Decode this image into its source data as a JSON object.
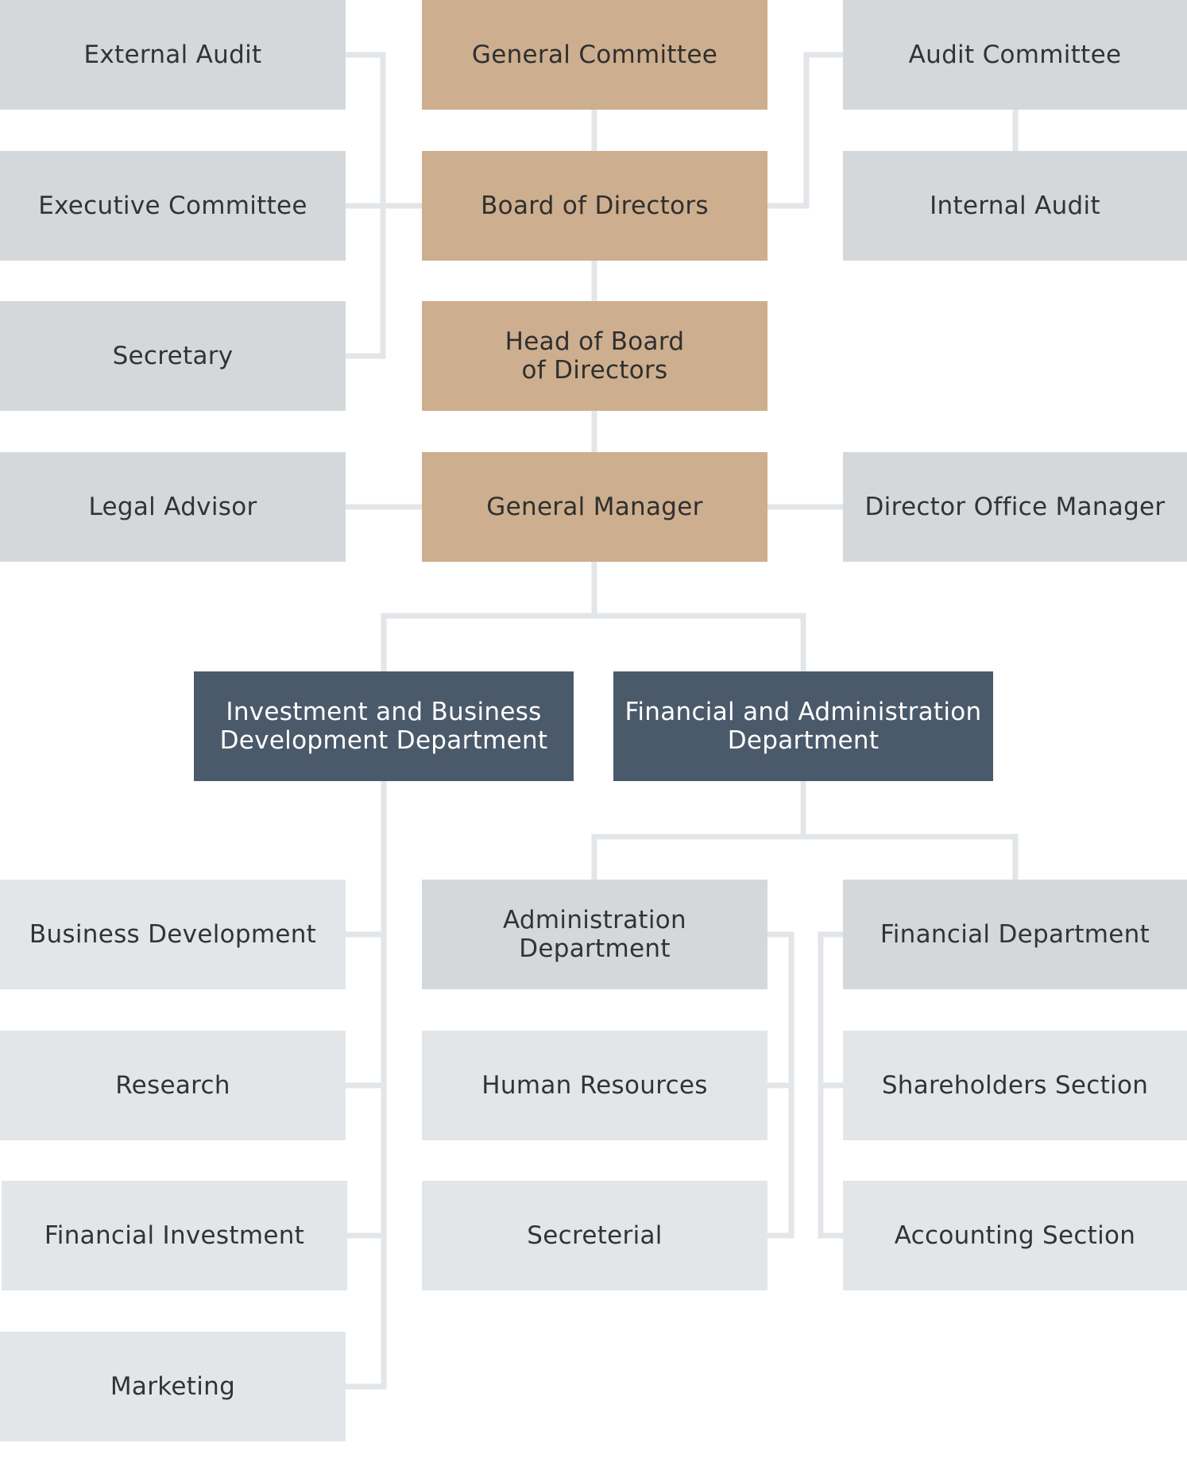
{
  "nodes": {
    "external_audit": "External Audit",
    "general_committee": "General Committee",
    "audit_committee": "Audit Committee",
    "executive_committee": "Executive Committee",
    "board_of_directors": "Board of Directors",
    "internal_audit": "Internal Audit",
    "secretary": "Secretary",
    "head_of_board": "Head of Board\nof Directors",
    "legal_advisor": "Legal Advisor",
    "general_manager": "General Manager",
    "director_office_manager": "Director Office Manager",
    "investment_dept": "Investment and Business\nDevelopment Department",
    "financial_admin_dept": "Financial and Administration\nDepartment",
    "business_development": "Business Development",
    "administration_dept": "Administration\nDepartment",
    "financial_dept": "Financial Department",
    "research": "Research",
    "human_resources": "Human Resources",
    "shareholders_section": "Shareholders Section",
    "financial_investment": "Financial Investment",
    "secreterial": "Secreterial",
    "accounting_section": "Accounting Section",
    "marketing": "Marketing"
  },
  "colors": {
    "executive": "#cdae8e",
    "side": "#d5d8db",
    "department": "#4a5a6a",
    "sub": "#e3e6e9",
    "connector": "#e3e6e9"
  }
}
